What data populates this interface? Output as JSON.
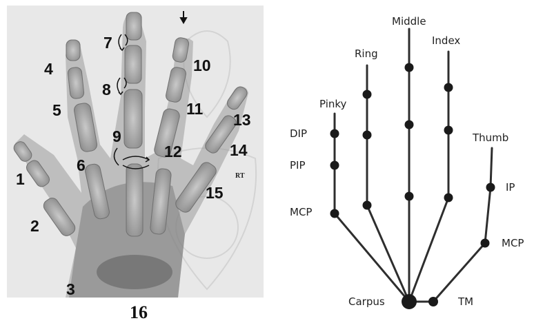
{
  "xray": {
    "labels": [
      "1",
      "2",
      "3",
      "4",
      "5",
      "6",
      "7",
      "8",
      "9",
      "10",
      "11",
      "12",
      "13",
      "14",
      "15"
    ],
    "bottom_label": "16",
    "marker": "RT"
  },
  "skeleton": {
    "fingers": [
      "Pinky",
      "Ring",
      "Middle",
      "Index",
      "Thumb"
    ],
    "finger_joints": [
      "DIP",
      "PIP",
      "MCP"
    ],
    "thumb_joints": [
      "IP",
      "MCP"
    ],
    "root_label": "Carpus",
    "tm_label": "TM"
  },
  "colors": {
    "line": "#2e2e2e",
    "dot": "#1a1a1a",
    "xray_bg": "#e9e9e9",
    "bone": "#b9b9b9"
  }
}
